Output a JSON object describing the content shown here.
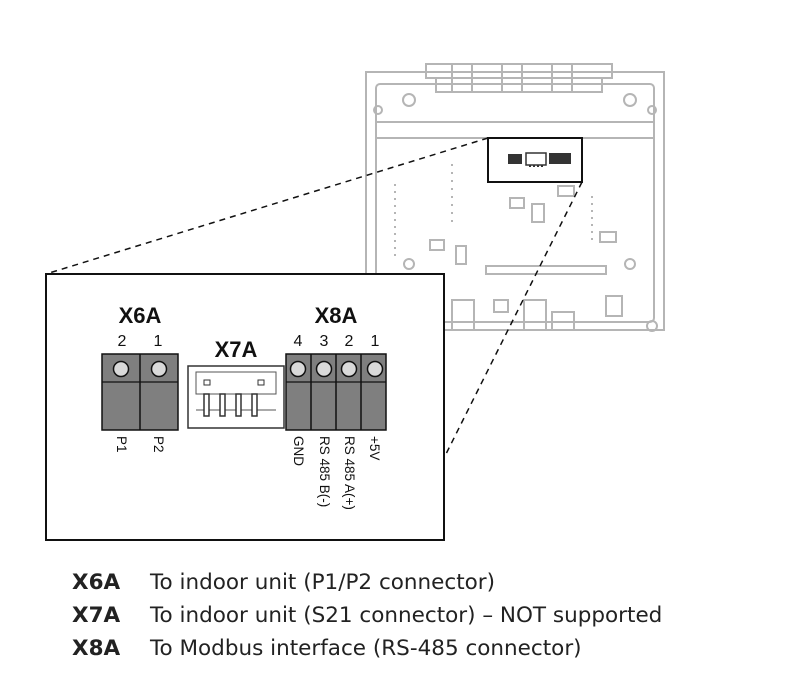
{
  "connectors": {
    "x6a": {
      "title": "X6A",
      "pins": [
        "2",
        "1"
      ],
      "signals": [
        "P1",
        "P2"
      ]
    },
    "x7a": {
      "title": "X7A"
    },
    "x8a": {
      "title": "X8A",
      "pins": [
        "4",
        "3",
        "2",
        "1"
      ],
      "signals": [
        "GND",
        "RS 485 B(-)",
        "RS 485 A(+)",
        "+5V"
      ]
    }
  },
  "legend": [
    {
      "code": "X6A",
      "desc": "To indoor unit (P1/P2 connector)"
    },
    {
      "code": "X7A",
      "desc": "To indoor unit (S21 connector) – NOT supported"
    },
    {
      "code": "X8A",
      "desc": "To Modbus interface (RS-485 connector)"
    }
  ],
  "colors": {
    "connector": "#7f7f7f",
    "board_line": "#b5b5b5",
    "outline": "#111111"
  }
}
